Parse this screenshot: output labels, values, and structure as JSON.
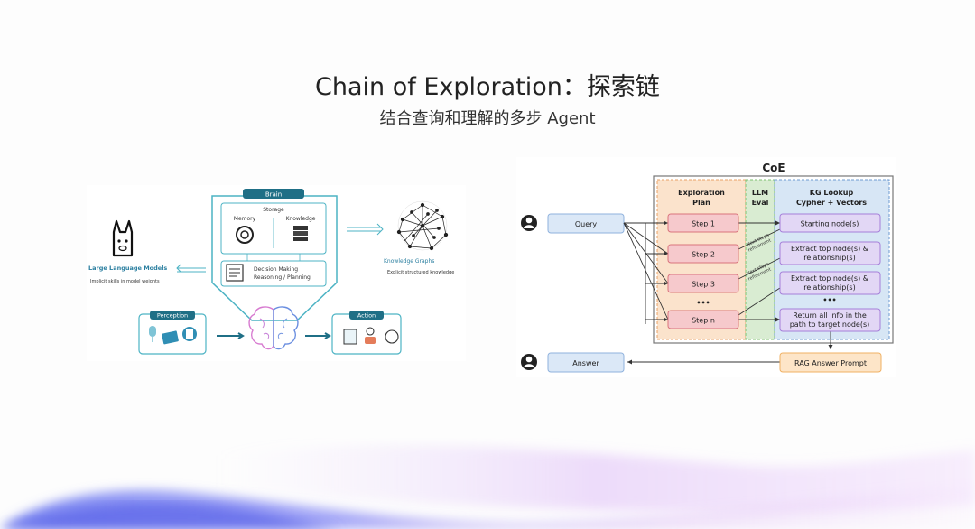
{
  "slide": {
    "title": "Chain of Exploration：探索链",
    "subtitle": "结合查询和理解的多步 Agent"
  },
  "left_diagram": {
    "brain_label": "Brain",
    "storage_label": "Storage",
    "memory_label": "Memory",
    "knowledge_label": "Knowledge",
    "decision_line1": "Decision Making",
    "decision_line2": "Reasoning / Planning",
    "llm_title": "Large Language Models",
    "llm_caption": "Implicit skills in model weights",
    "kg_title": "Knowledge Graphs",
    "kg_caption": "Explicit structured knowledge",
    "perception_label": "Perception",
    "action_label": "Action"
  },
  "coe": {
    "title": "CoE",
    "col_plan_line1": "Exploration",
    "col_plan_line2": "Plan",
    "col_eval_line1": "LLM",
    "col_eval_line2": "Eval",
    "col_kg_line1": "KG Lookup",
    "col_kg_line2": "Cypher + Vectors",
    "query": "Query",
    "answer": "Answer",
    "steps": [
      "Step 1",
      "Step 2",
      "Step 3",
      "•••",
      "Step n"
    ],
    "kg_boxes": [
      {
        "l1": "Starting node(s)",
        "l2": ""
      },
      {
        "l1": "Extract top node(s) &",
        "l2": "relationship(s)"
      },
      {
        "l1": "Extract top node(s) &",
        "l2": "relationship(s)"
      },
      {
        "l1": "•••",
        "l2": ""
      },
      {
        "l1": "Return all info in the",
        "l2": "path to target node(s)"
      }
    ],
    "eval_note_l1": "Next steps",
    "eval_note_l2": "refinement",
    "rag": "RAG Answer Prompt",
    "colors": {
      "plan_bg": "#fbe3cc",
      "eval_bg": "#d9ecd2",
      "kg_bg": "#d7e6f5",
      "step_fill": "#f6c9cc",
      "step_stroke": "#d9747c",
      "kg_fill": "#e2d7f5",
      "kg_stroke": "#a57fd9",
      "io_fill": "#dbe8f7",
      "io_stroke": "#8fb2dd",
      "rag_fill": "#fde5c8",
      "rag_stroke": "#f0b163"
    }
  }
}
